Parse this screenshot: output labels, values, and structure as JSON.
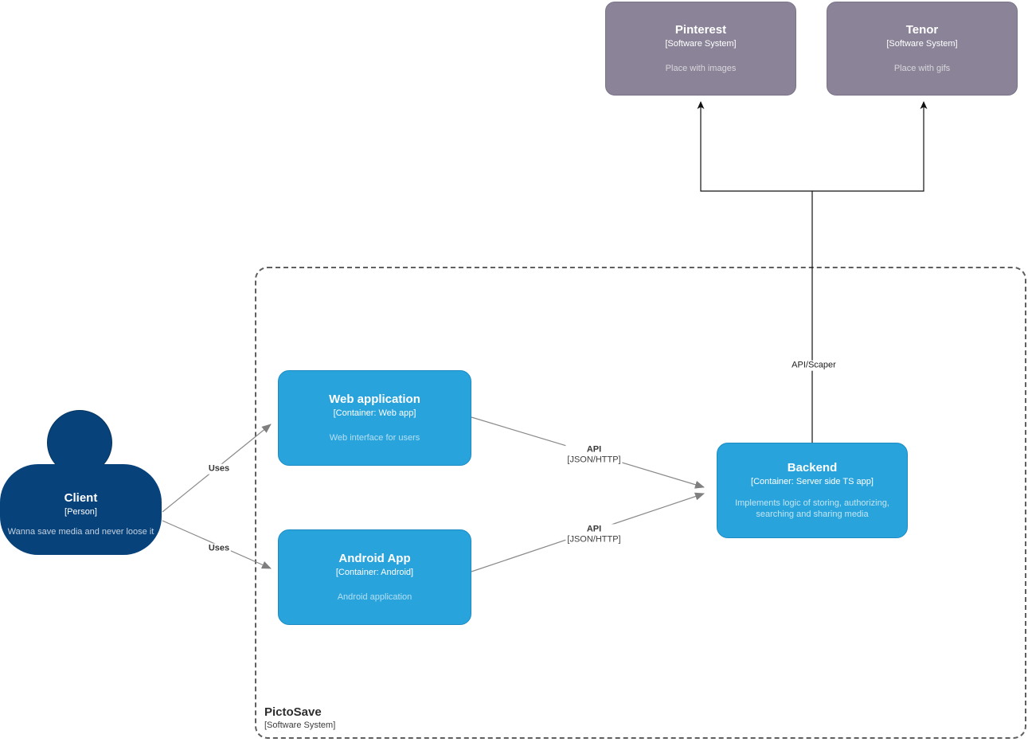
{
  "diagram": {
    "type": "c4-container-diagram",
    "boundary": {
      "title": "PictoSave",
      "subtitle": "[Software System]"
    },
    "nodes": {
      "pinterest": {
        "title": "Pinterest",
        "subtitle": "[Software System]",
        "description": "Place with images"
      },
      "tenor": {
        "title": "Tenor",
        "subtitle": "[Software System]",
        "description": "Place with gifs"
      },
      "client": {
        "title": "Client",
        "subtitle": "[Person]",
        "description": "Wanna save media and never loose it"
      },
      "webapp": {
        "title": "Web application",
        "subtitle": "[Container: Web app]",
        "description": "Web interface for users"
      },
      "android": {
        "title": "Android App",
        "subtitle": "[Container: Android]",
        "description": "Android application"
      },
      "backend": {
        "title": "Backend",
        "subtitle": "[Container: Server side TS app]",
        "description": "Implements logic of storing, authorizing, searching and sharing media"
      }
    },
    "edges": {
      "client_to_webapp": {
        "label": "Uses"
      },
      "client_to_android": {
        "label": "Uses"
      },
      "webapp_to_backend": {
        "label": "API",
        "sublabel": "[JSON/HTTP]"
      },
      "android_to_backend": {
        "label": "API",
        "sublabel": "[JSON/HTTP]"
      },
      "backend_to_external": {
        "label": "API/Scaper"
      }
    },
    "colors": {
      "container_fill": "#29a3dc",
      "person_fill": "#08427b",
      "external_fill": "#8b8498",
      "edge_gray": "#8a8a8a",
      "edge_black": "#111111",
      "boundary_border": "#5f5f5f"
    }
  }
}
